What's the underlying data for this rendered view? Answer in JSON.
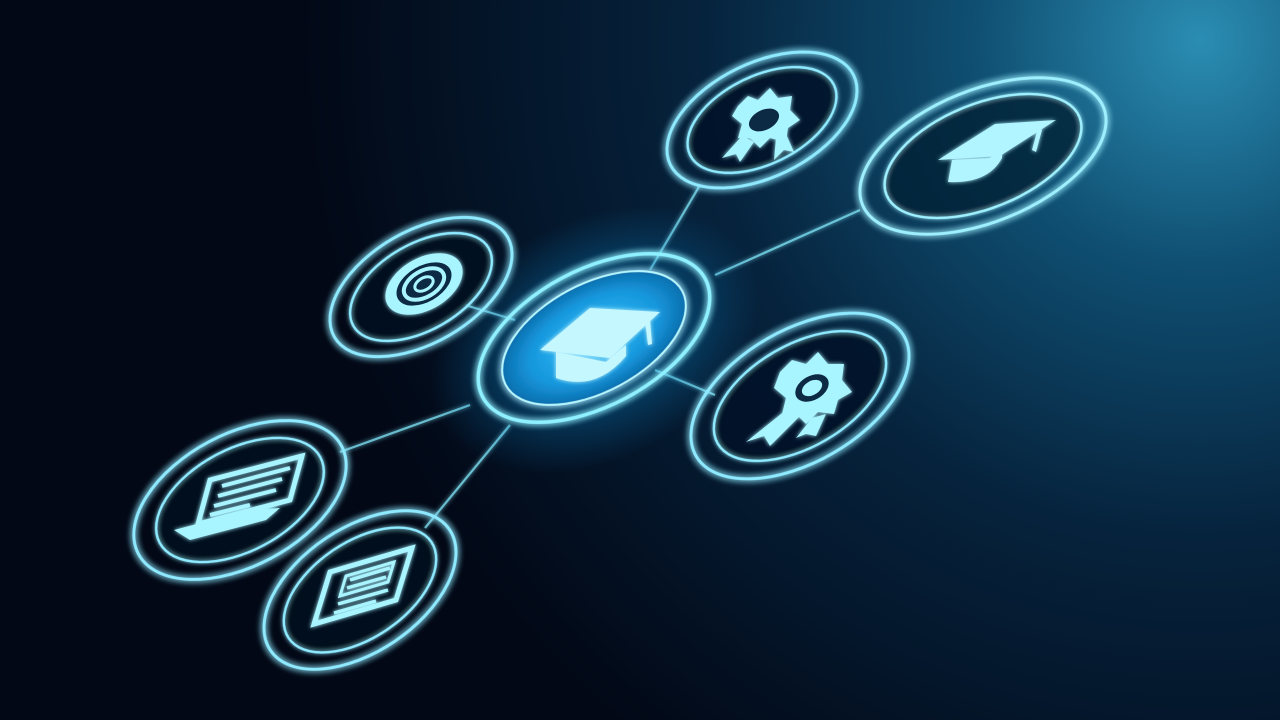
{
  "diagram": {
    "hub": {
      "icon": "graduation-cap-icon"
    },
    "nodes": [
      {
        "id": "award-badge",
        "icon": "award-badge-icon"
      },
      {
        "id": "graduation-cap",
        "icon": "graduation-cap-icon"
      },
      {
        "id": "seal",
        "icon": "seal-icon"
      },
      {
        "id": "ribbon",
        "icon": "ribbon-award-icon"
      },
      {
        "id": "diploma",
        "icon": "diploma-icon"
      },
      {
        "id": "certificate",
        "icon": "certificate-icon"
      }
    ]
  },
  "colors": {
    "background_dark": "#020816",
    "background_glow": "#2a8fb5",
    "ring": "#9df0ff",
    "glow": "#2ad0ff",
    "hub_fill": "#1aa8e8",
    "icon": "#a8f4ff"
  }
}
